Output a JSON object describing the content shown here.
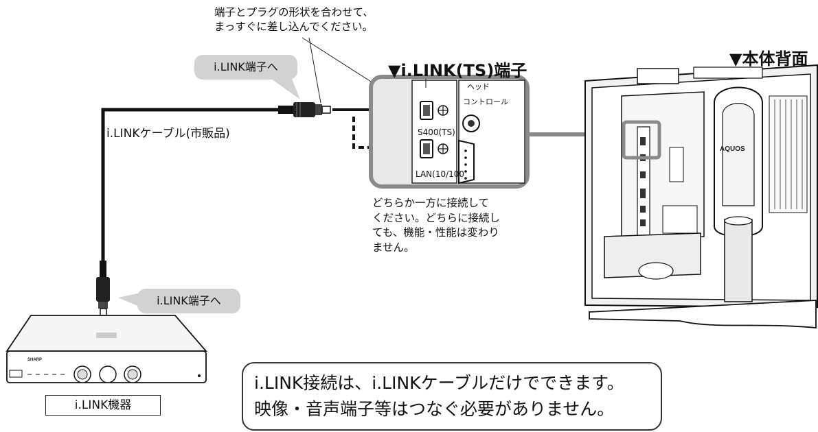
{
  "instruction": {
    "line1": "端子とプラグの形状を合わせて、",
    "line2": "まっすぐに差し込んでください。"
  },
  "bubbles": {
    "top": "i.LINK端子へ",
    "bottom": "i.LINK端子へ"
  },
  "cable_label": "i.LINKケーブル(市販品)",
  "ts_port_title": "▼i.LINK(TS)端子",
  "rear_title": "▼本体背面",
  "panel_labels": {
    "jack_top": "ヘッド",
    "control": "コントロール",
    "s400": "S400(TS)",
    "lan": "LAN(10/100"
  },
  "note": {
    "line1": "どちらか一方に接続して",
    "line2": "ください。どちらに接続し",
    "line3": "ても、機能・性能は変わり",
    "line4": "ません。"
  },
  "device": {
    "label": "i.LINK機器",
    "brand": "SHARP"
  },
  "tv": {
    "brand": "AQUOS"
  },
  "callout": {
    "line1": "i.LINK接続は、i.LINKケーブルだけでできます。",
    "line2": "映像・音声端子等はつなぐ必要がありません。"
  }
}
